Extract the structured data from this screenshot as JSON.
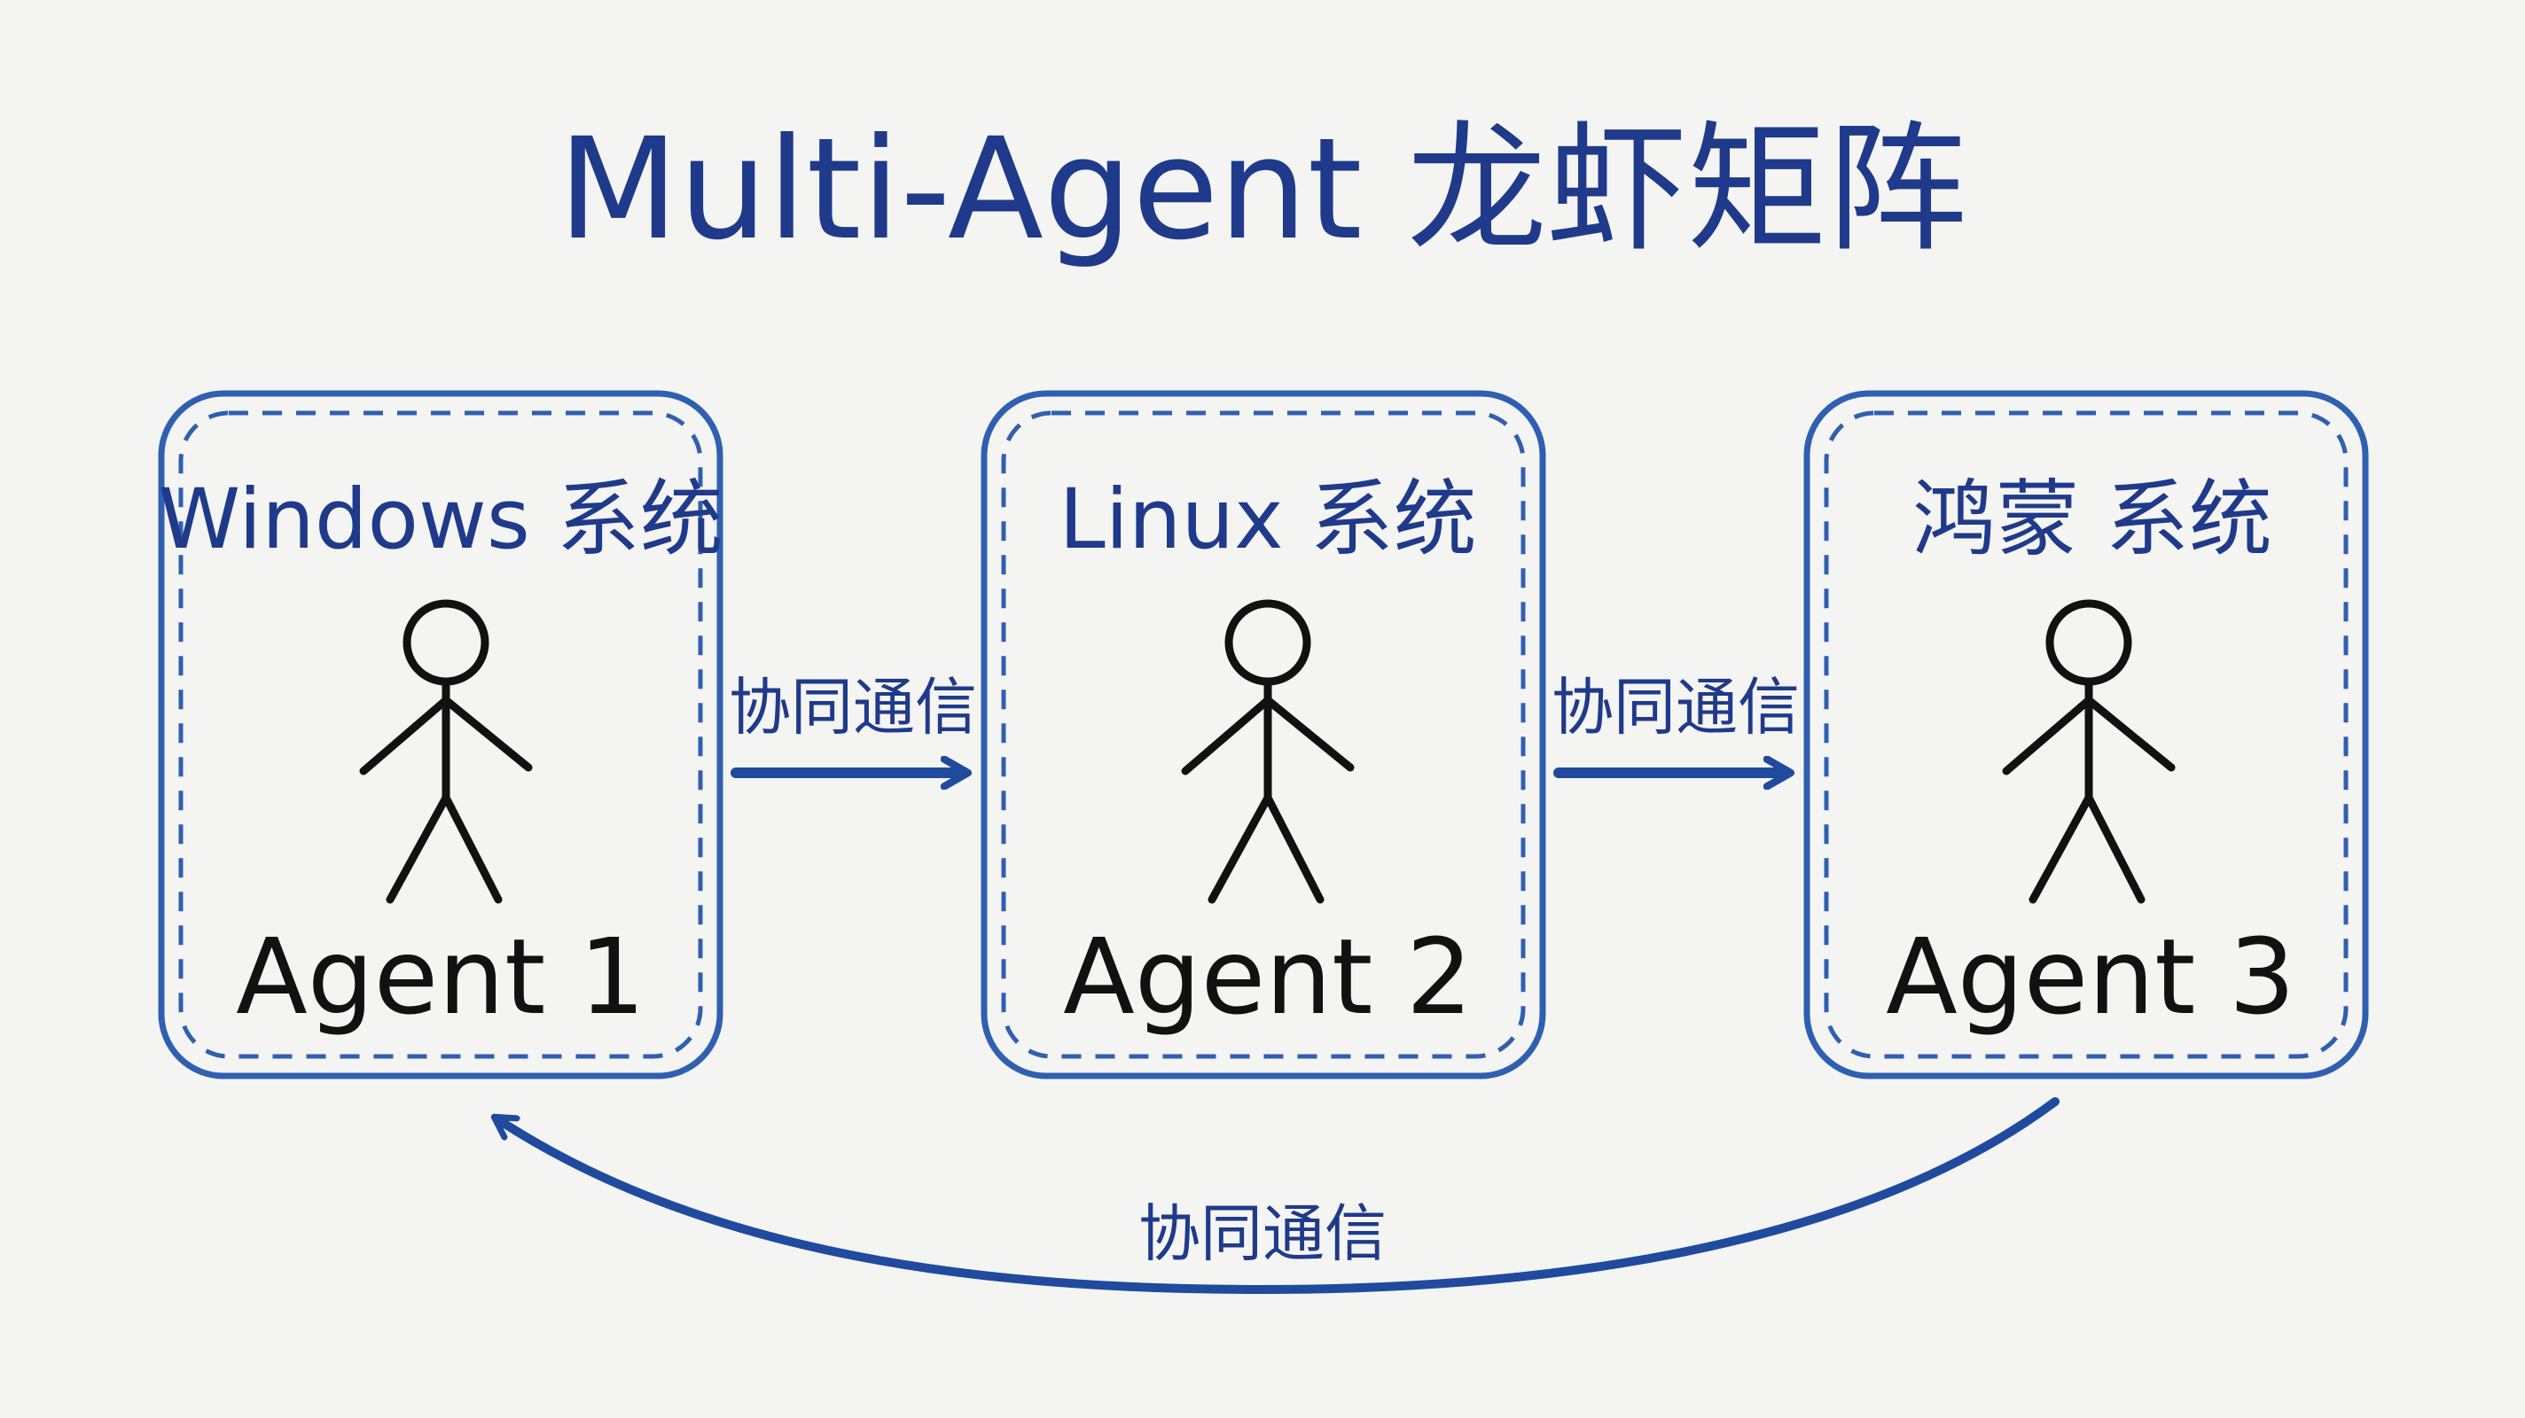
{
  "title": "Multi-Agent 龙虾矩阵",
  "nodes": [
    {
      "system": "Windows 系统",
      "agent": "Agent 1"
    },
    {
      "system": "Linux 系统",
      "agent": "Agent 2"
    },
    {
      "system": "鸿蒙 系统",
      "agent": "Agent 3"
    }
  ],
  "edges": [
    {
      "from": "Agent 1",
      "to": "Agent 2",
      "label": "协同通信"
    },
    {
      "from": "Agent 2",
      "to": "Agent 3",
      "label": "协同通信"
    },
    {
      "from": "Agent 3",
      "to": "Agent 1",
      "label": "协同通信"
    }
  ],
  "colors": {
    "ink": "#1f3a8a",
    "box": "#2f5fb0",
    "figure": "#111111",
    "background": "#f4f4f2"
  }
}
